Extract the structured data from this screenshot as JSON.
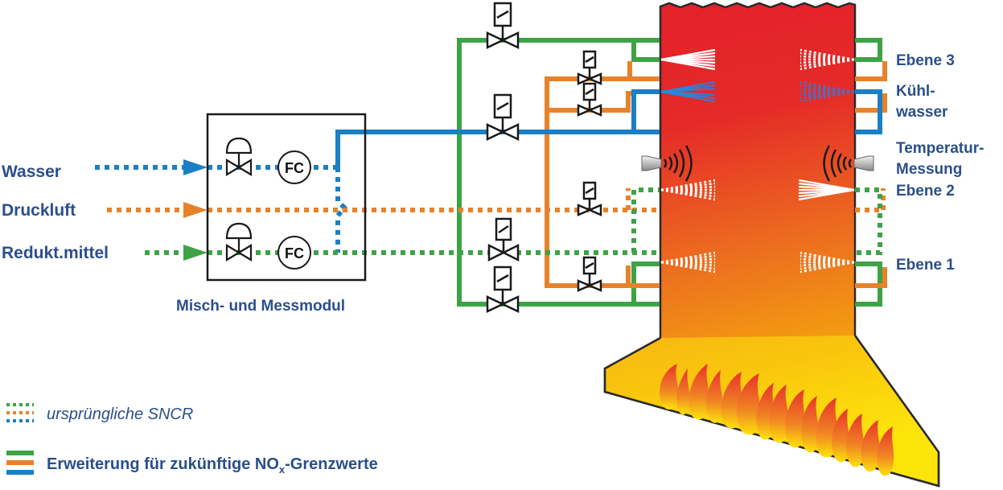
{
  "colors": {
    "water": "#1a7fc4",
    "air": "#e8822a",
    "reductant": "#3ea346",
    "label": "#2b4f8c",
    "outline": "#1a1a1a"
  },
  "inputs": [
    {
      "label": "Wasser",
      "medium": "water"
    },
    {
      "label": "Druckluft",
      "medium": "air"
    },
    {
      "label": "Redukt.mittel",
      "medium": "reductant"
    }
  ],
  "module": {
    "label": "Misch- und Messmodul",
    "controllers": [
      "FC",
      "FC"
    ]
  },
  "levels": [
    {
      "label": "Ebene 3"
    },
    {
      "label": "Kühl-",
      "label2": "wasser"
    },
    {
      "label": "Temperatur-",
      "label2": "Messung"
    },
    {
      "label": "Ebene 2"
    },
    {
      "label": "Ebene 1"
    }
  ],
  "legend": [
    {
      "label": "ursprüngliche SNCR",
      "style": "dotted"
    },
    {
      "label": "Erweiterung für zukünftige NO",
      "sub": "x",
      "suffix": "-Grenzwerte",
      "style": "solid"
    }
  ]
}
